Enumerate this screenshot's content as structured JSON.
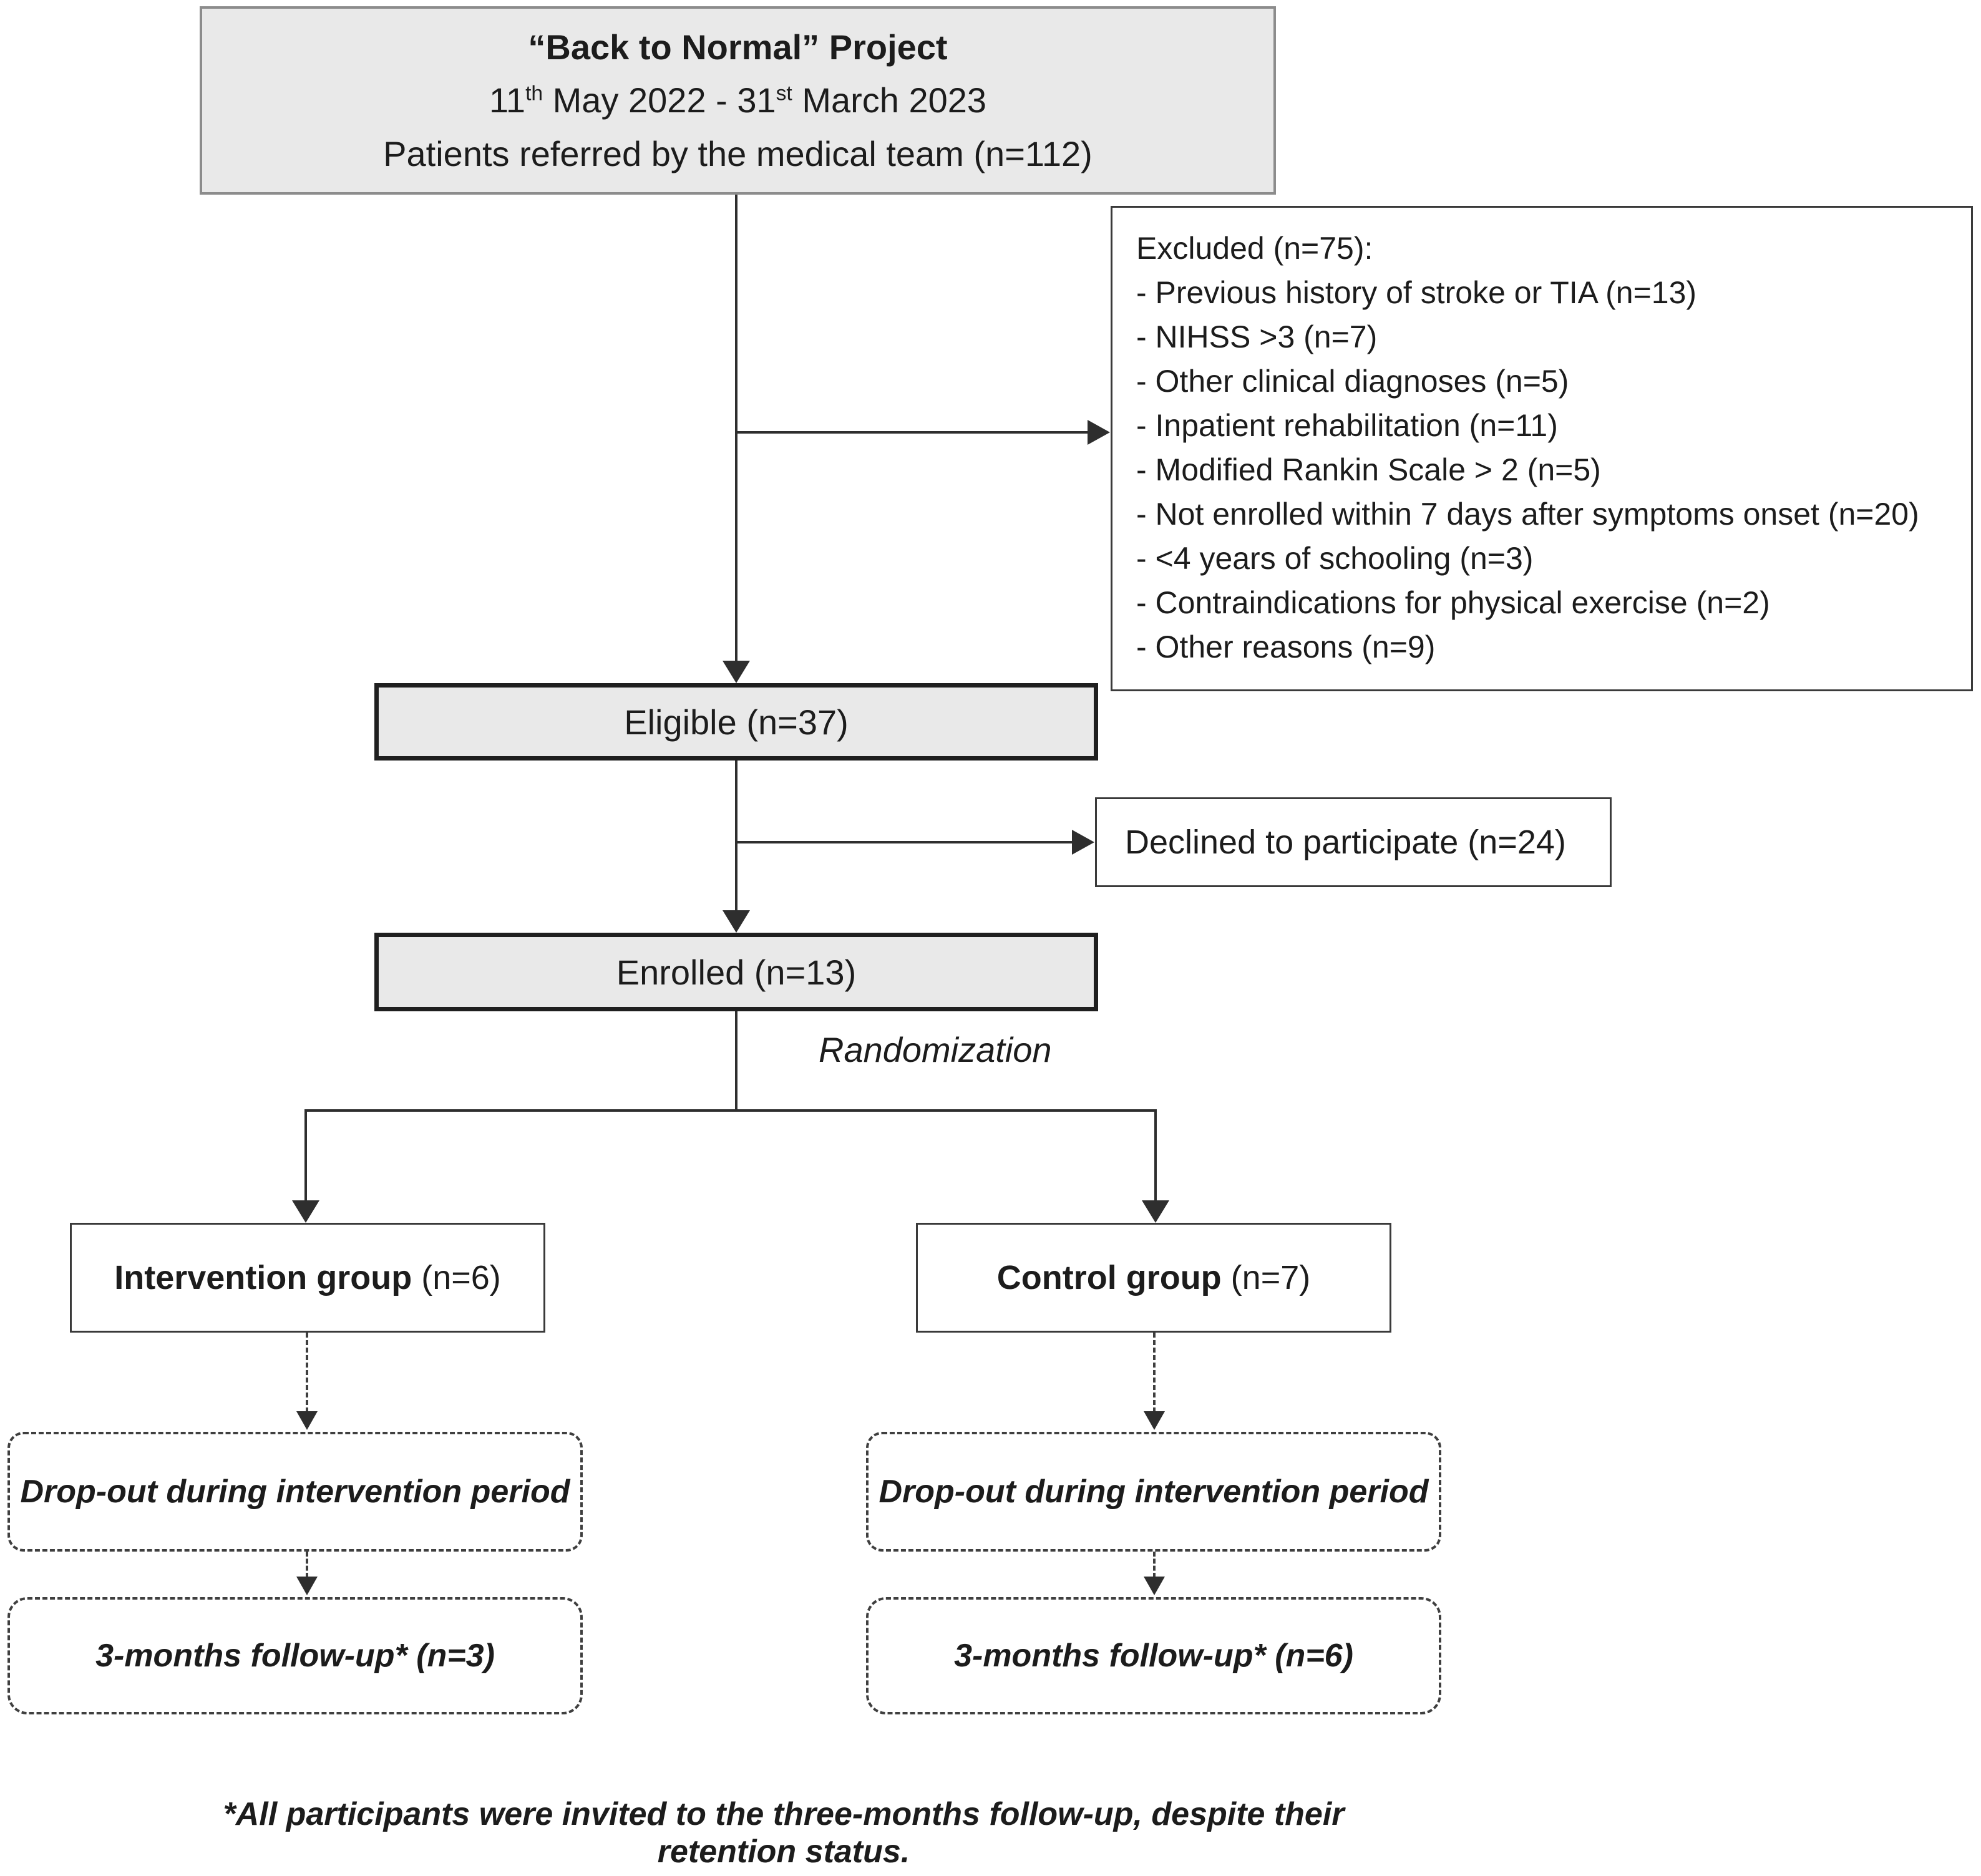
{
  "top_box": {
    "title": "“Back to Normal” Project",
    "date": {
      "d1": "11",
      "s1": "th",
      "d2": " May 2022 - 31",
      "s2": "st",
      "d3": " March 2023"
    },
    "subtitle": "Patients referred by the medical team (n=112)"
  },
  "excluded": {
    "header": "Excluded (n=75):",
    "items": [
      "- Previous history of stroke or TIA (n=13)",
      "- NIHSS >3 (n=7)",
      "- Other clinical diagnoses (n=5)",
      "- Inpatient rehabilitation (n=11)",
      "- Modified Rankin Scale > 2 (n=5)",
      "- Not enrolled within 7 days after symptoms onset (n=20)",
      "- <4 years of schooling (n=3)",
      "- Contraindications for physical exercise (n=2)",
      "- Other reasons (n=9)"
    ]
  },
  "eligible": {
    "label": "Eligible (n=37)"
  },
  "declined": {
    "label": "Declined to participate (n=24)"
  },
  "enrolled": {
    "label": "Enrolled (n=13)"
  },
  "randomization": "Randomization",
  "intervention": {
    "bold": "Intervention group",
    "rest": " (n=6)"
  },
  "control": {
    "bold": "Control group",
    "rest": " (n=7)"
  },
  "dropout_left": {
    "label": "Drop-out during intervention period"
  },
  "dropout_right": {
    "label": "Drop-out during intervention period"
  },
  "followup_left": {
    "label": "3-months follow-up* (n=3)"
  },
  "followup_right": {
    "label": "3-months follow-up* (n=6)"
  },
  "footnote": "*All participants were invited to the three-months follow-up, despite their retention status.",
  "colors": {
    "box_fill_gray": "#e9e9e9",
    "line": "#2e2e2e",
    "border_dark": "#1f1f1f"
  }
}
